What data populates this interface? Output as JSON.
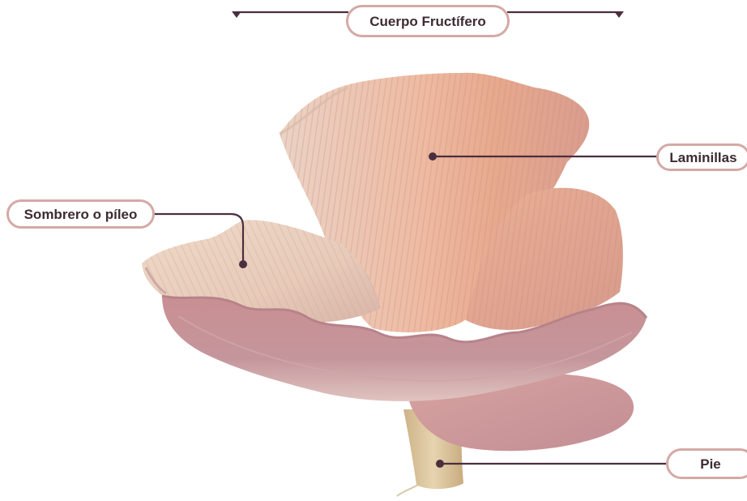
{
  "labels": {
    "fruiting_body": "Cuerpo Fructífero",
    "gills": "Laminillas",
    "cap": "Sombrero o píleo",
    "stem": "Pie"
  },
  "colors": {
    "line": "#4a2f3e",
    "pill_border": "#d4a9a5",
    "text": "#3d2b33",
    "mushroom_peach": "#e9b29b",
    "mushroom_pink": "#c99094",
    "mushroom_cream": "#e8d2c0",
    "stem": "#d8c29a"
  },
  "illustration": "oyster-mushroom-photo"
}
